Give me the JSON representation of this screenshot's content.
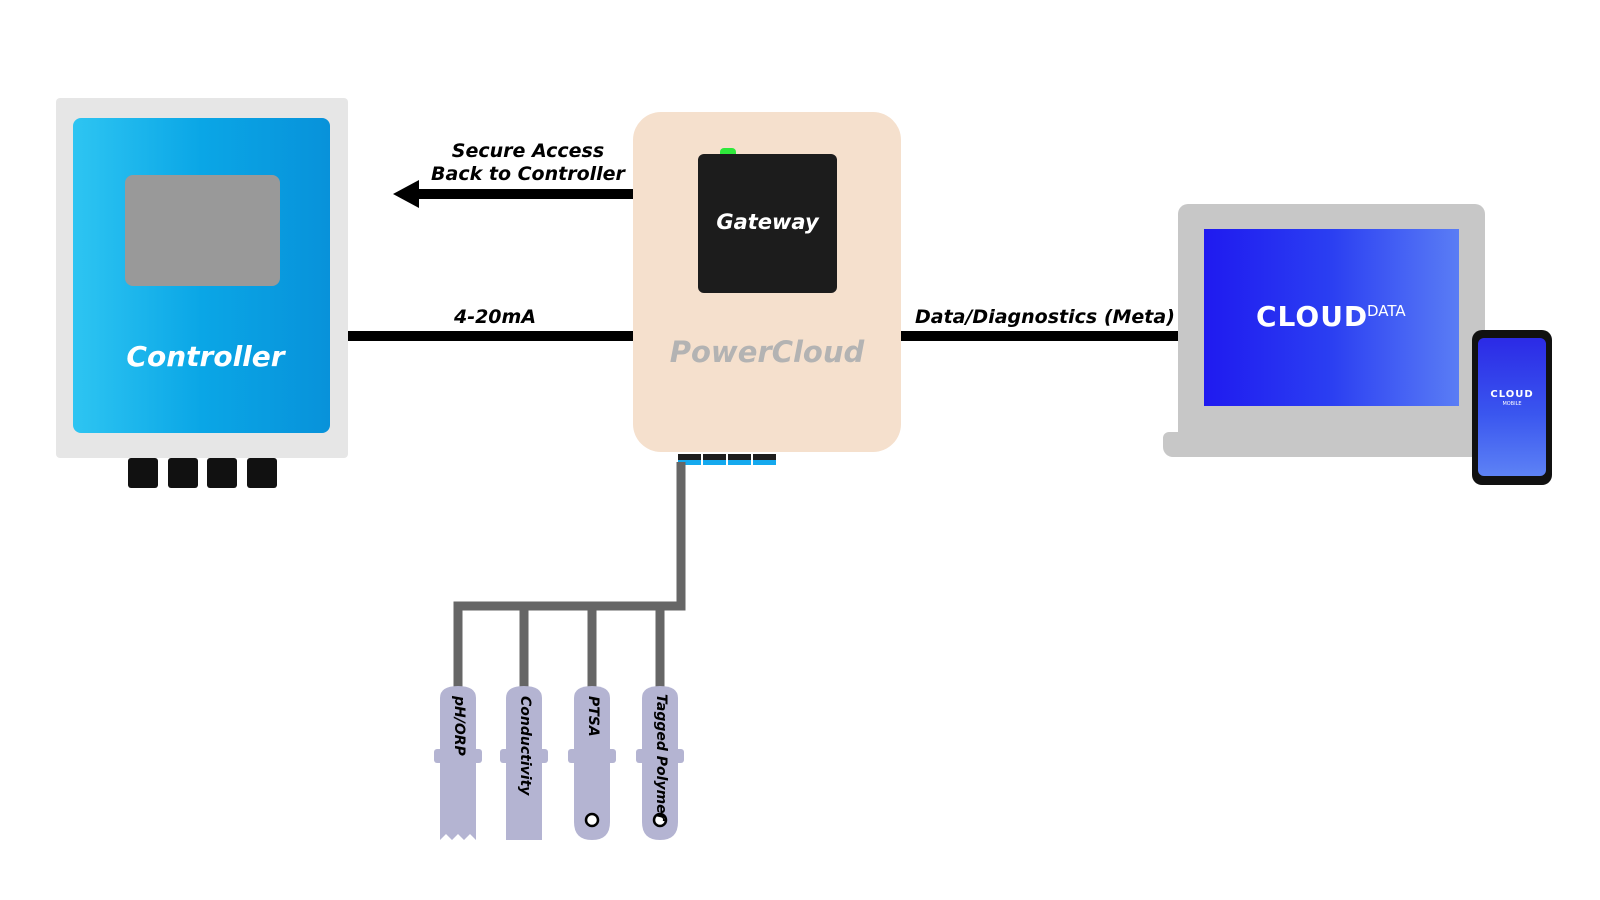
{
  "controller": {
    "label": "Controller"
  },
  "links": {
    "secure_access": [
      "Secure Access",
      "Back to Controller"
    ],
    "analog": "4-20mA",
    "data": "Data/Diagnostics (Meta)"
  },
  "powercloud": {
    "label": "PowerCloud",
    "gateway_label": "Gateway"
  },
  "laptop": {
    "brand": "CLOUD",
    "brand_sup": "DATA"
  },
  "phone": {
    "brand": "CLOUD",
    "brand_sub": "MOBILE"
  },
  "probes": [
    "pH/ORP",
    "Conductivity",
    "PTSA",
    "Tagged Polymer"
  ],
  "colors": {
    "controller_blue": "#0aa6e6",
    "powercloud_bg": "#f5e0cd",
    "probe": "#b4b4d2",
    "cable": "#666666",
    "cloud_blue": "#2b3ff2",
    "led_green": "#2ee83b"
  }
}
